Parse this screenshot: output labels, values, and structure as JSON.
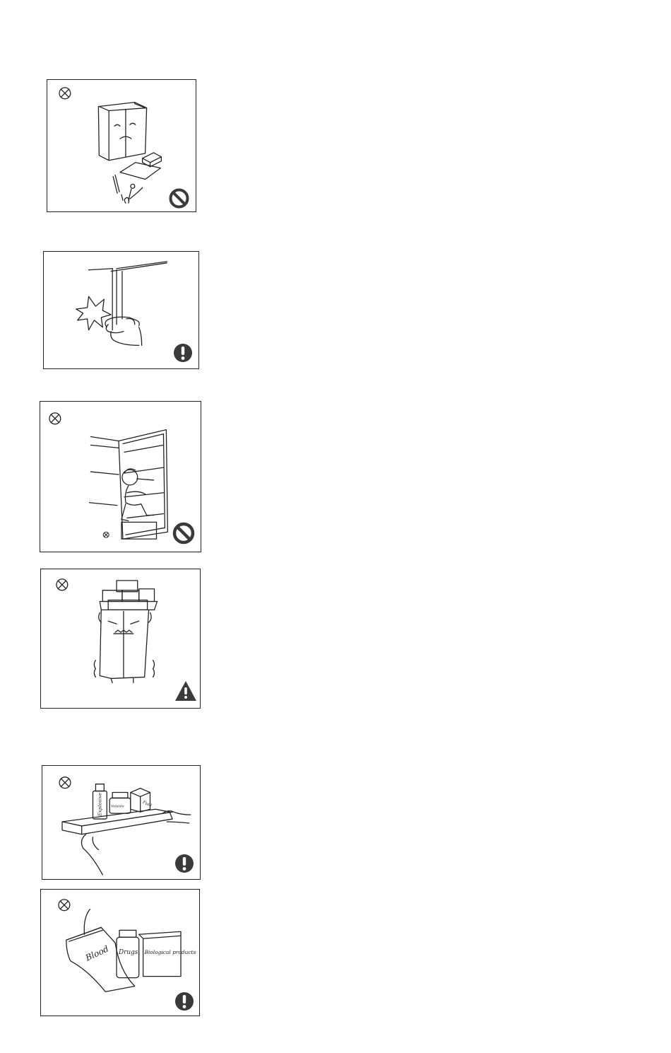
{
  "panels": [
    {
      "id": "disassembly",
      "corner_icon": "cross-circle-icon",
      "safety_icon": "prohibition-icon"
    },
    {
      "id": "door-pinch",
      "corner_icon": "",
      "safety_icon": "mandatory-exclamation-icon"
    },
    {
      "id": "child-climbing",
      "corner_icon": "cross-circle-icon",
      "safety_icon": "prohibition-icon"
    },
    {
      "id": "heavy-objects-on-top",
      "corner_icon": "cross-circle-icon",
      "safety_icon": "warning-triangle-icon"
    },
    {
      "id": "flammable-storage",
      "corner_icon": "cross-circle-icon",
      "safety_icon": "mandatory-exclamation-icon",
      "labels": {
        "bottle": "Explosive",
        "jar": "Volatile",
        "box": "Fuel"
      }
    },
    {
      "id": "medical-storage",
      "corner_icon": "cross-circle-icon",
      "safety_icon": "mandatory-exclamation-icon",
      "labels": {
        "bag": "Blood",
        "bottle": "Drugs",
        "box": "Biological products"
      }
    }
  ],
  "colors": {
    "line": "#222222",
    "icon_fill": "#3a3a3a"
  }
}
